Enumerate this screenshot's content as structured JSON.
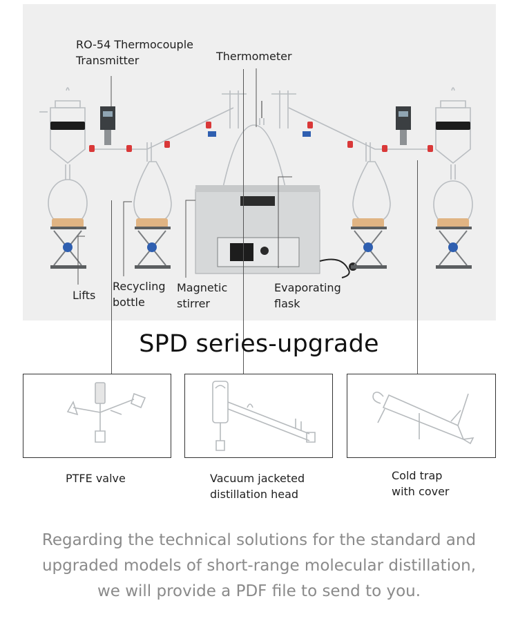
{
  "labels": {
    "thermocouple": [
      "RO-54 Thermocouple",
      "Transmitter"
    ],
    "thermometer": "Thermometer",
    "lifts": "Lifts",
    "recycling_bottle": [
      "Recycling",
      "bottle"
    ],
    "magnetic_stirrer": [
      "Magnetic",
      "stirrer"
    ],
    "evaporating_flask": [
      "Evaporating",
      "flask"
    ]
  },
  "headline": "SPD series-upgrade",
  "details": [
    {
      "caption": [
        "PTFE valve"
      ]
    },
    {
      "caption": [
        "Vacuum jacketed",
        "distillation head"
      ]
    },
    {
      "caption": [
        "Cold trap",
        "with cover"
      ]
    }
  ],
  "footer": [
    "Regarding the technical solutions for the standard and",
    "upgraded models of short-range molecular distillation,",
    "we will provide a PDF file to send to you."
  ],
  "colors": {
    "hero_bg": "#efefef",
    "glass": "#bfc3c6",
    "wood": "#e0b483",
    "valve_red": "#d93838",
    "valve_blue": "#2f5fb0",
    "footer_text": "#8a8a8a"
  }
}
